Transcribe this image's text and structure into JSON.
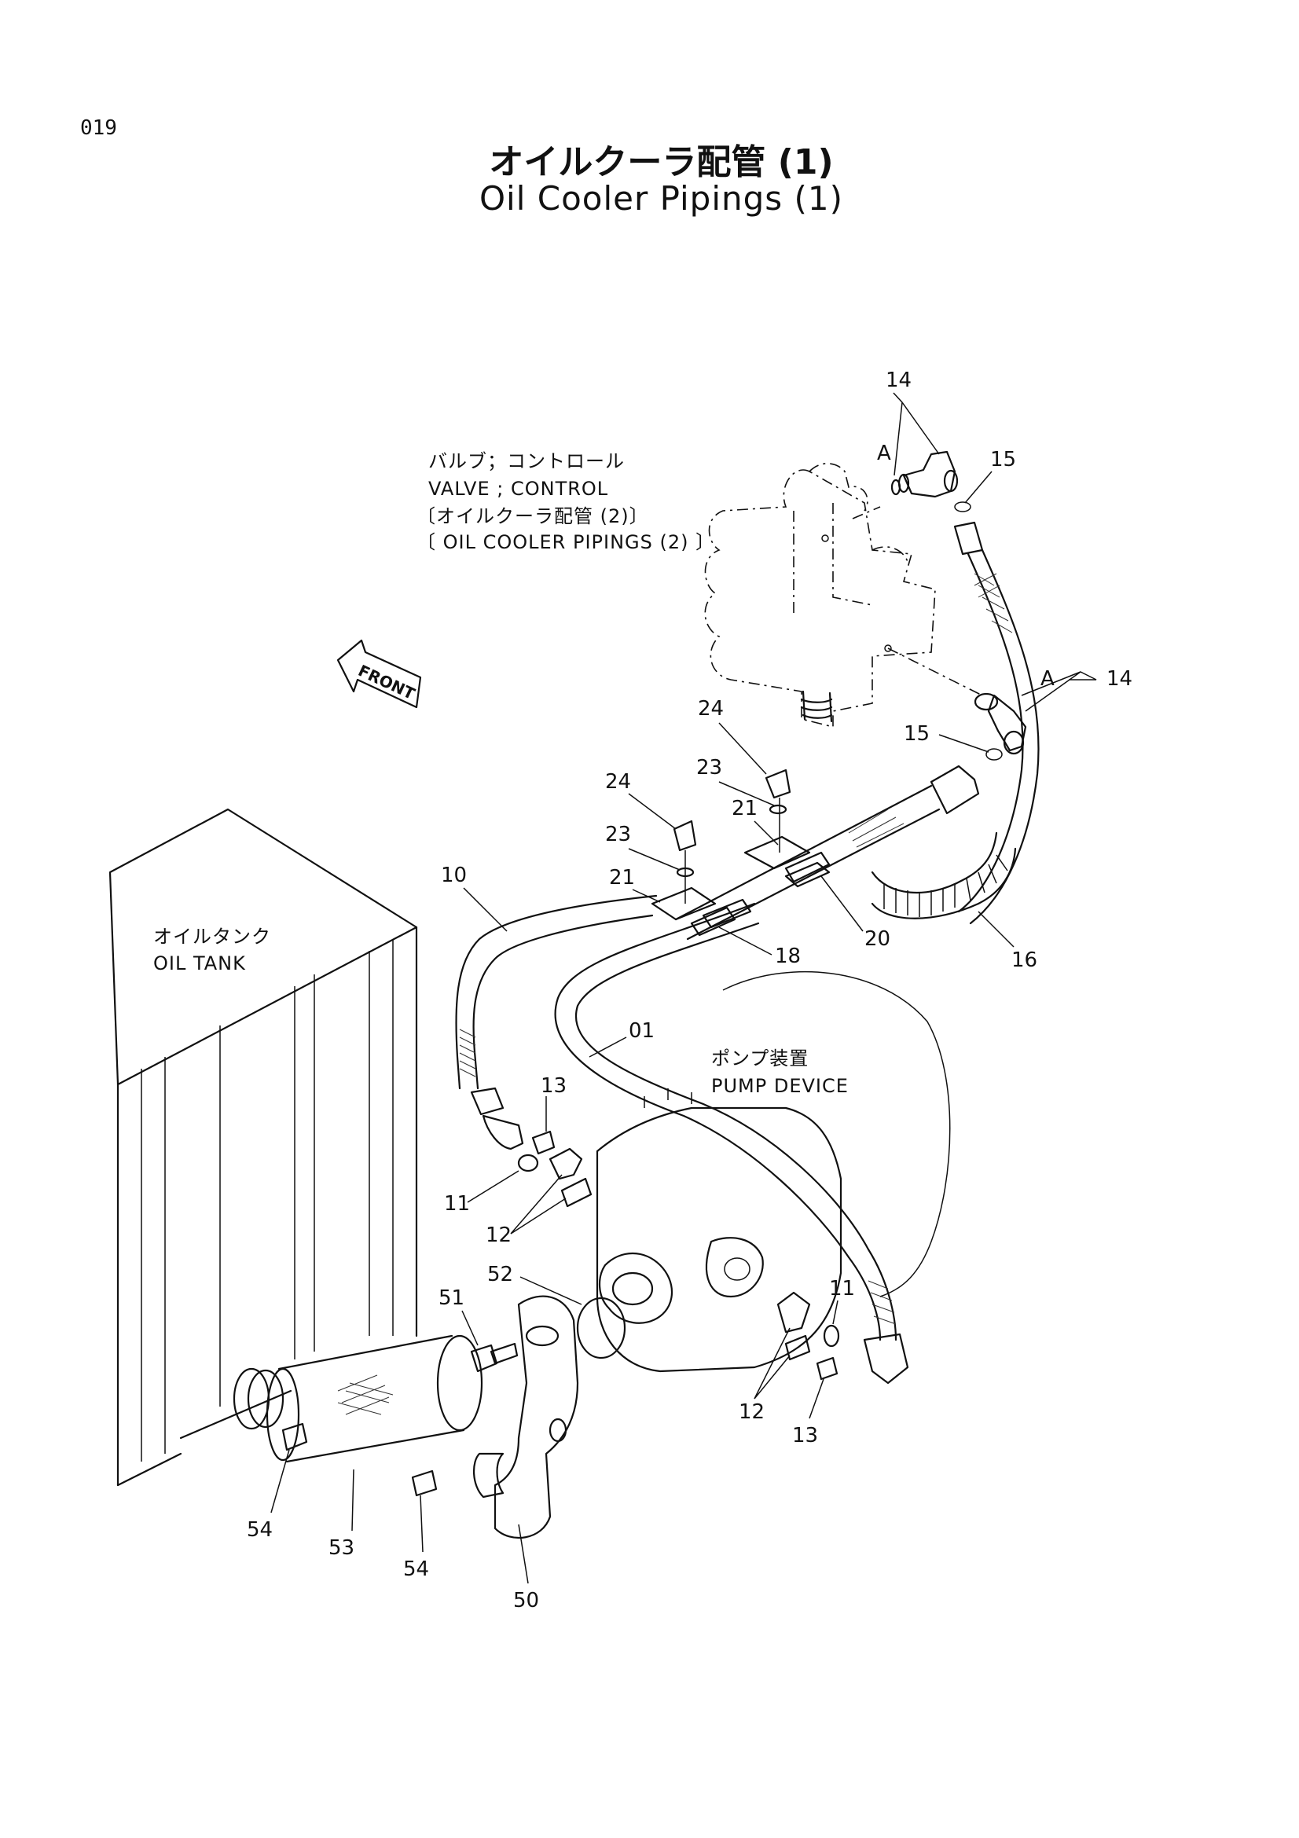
{
  "page": {
    "number": "019"
  },
  "title": {
    "jp": "オイルクーラ配管 (1)",
    "en": "Oil Cooler Pipings (1)"
  },
  "labels": {
    "valve_jp": "バルブ；コントロール",
    "valve_en": "VALVE ; CONTROL",
    "valve_ref_jp": "〔オイルクーラ配管 (2)〕",
    "valve_ref_en": "〔 OIL COOLER PIPINGS (2) 〕",
    "front": "FRONT",
    "tank_jp": "オイルタンク",
    "tank_en": "OIL TANK",
    "pump_jp": "ポンプ装置",
    "pump_en": "PUMP DEVICE"
  },
  "callouts": {
    "c14_top": "14",
    "a_top": "A",
    "c15_top": "15",
    "c14_right": "14",
    "a_right": "A",
    "c15_right": "15",
    "c24_upper": "24",
    "c23_upper": "23",
    "c21_upper": "21",
    "c24_lower": "24",
    "c23_lower": "23",
    "c21_lower": "21",
    "c10": "10",
    "c20": "20",
    "c18": "18",
    "c16": "16",
    "c01": "01",
    "c13_left": "13",
    "c11_left": "11",
    "c12_left": "12",
    "c52": "52",
    "c51": "51",
    "c11_right": "11",
    "c12_right": "12",
    "c13_right": "13",
    "c54_left": "54",
    "c53": "53",
    "c54_right": "54",
    "c50": "50"
  }
}
